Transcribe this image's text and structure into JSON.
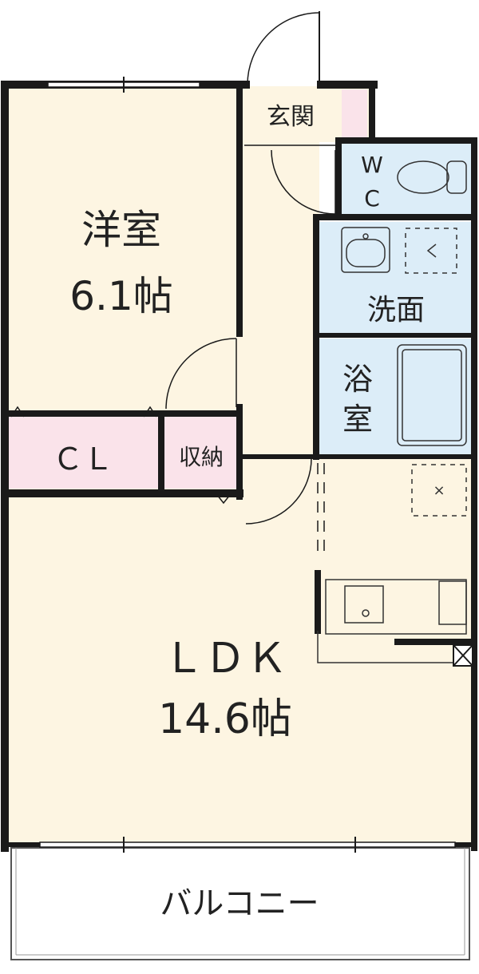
{
  "rooms": {
    "western_room": {
      "name": "洋室",
      "size": "6.1帖"
    },
    "entrance": {
      "name": "玄関"
    },
    "toilet": {
      "line1": "W",
      "line2": "C"
    },
    "washroom": {
      "name": "洗面"
    },
    "bathroom": {
      "line1": "浴",
      "line2": "室"
    },
    "closet": {
      "name": "ＣＬ"
    },
    "storage": {
      "name": "収納"
    },
    "ldk": {
      "name": "ＬＤＫ",
      "size": "14.6帖"
    },
    "balcony": {
      "name": "バルコニー"
    }
  },
  "colors": {
    "room_floor": "#fdf5e2",
    "wet_area": "#dcedf8",
    "storage": "#fae3ea",
    "wall": "#1a1a1a"
  }
}
